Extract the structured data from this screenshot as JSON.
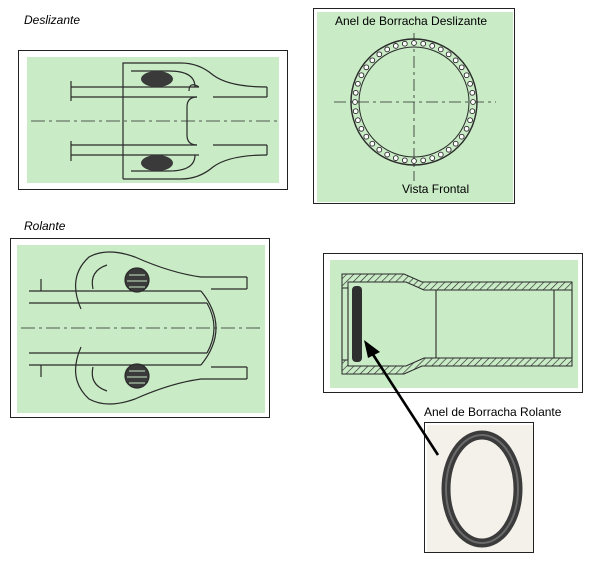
{
  "labels": {
    "deslizante": "Deslizante",
    "rolante": "Rolante",
    "anel_deslizante": "Anel de Borracha Deslizante",
    "vista_frontal": "Vista Frontal",
    "anel_rolante": "Anel de Borracha Rolante"
  },
  "colors": {
    "panel_fill": "#c9ebc6",
    "line": "#2a2a2a",
    "gasket": "#3a3a3a",
    "ring": "#3b3b3b",
    "ring_bg": "#f4f0ea"
  }
}
